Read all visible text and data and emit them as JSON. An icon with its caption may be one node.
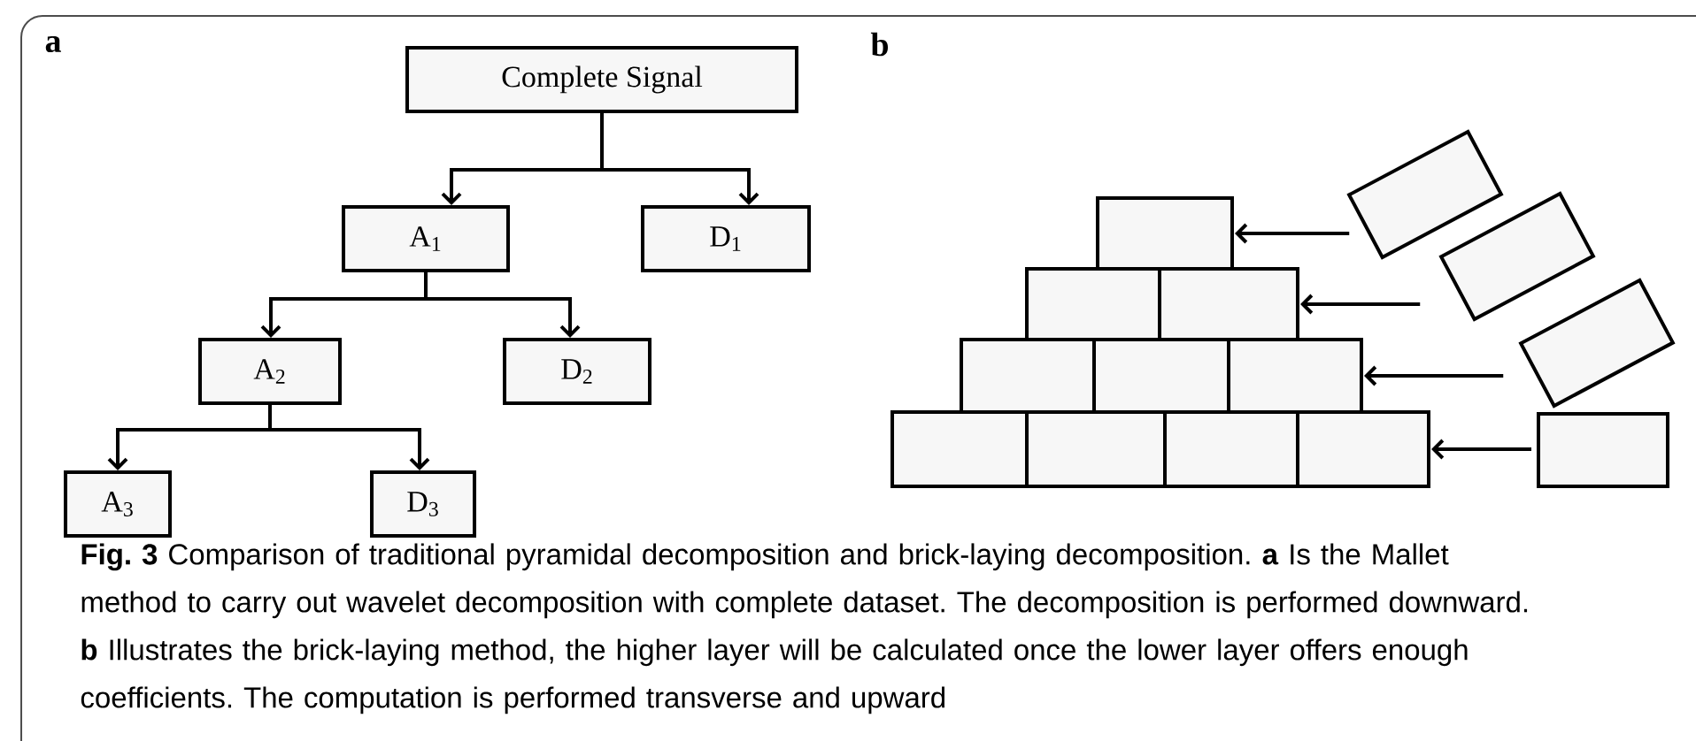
{
  "diagram": {
    "caption": "**Fig. 3** Comparison of traditional pyramidal decomposition and brick-laying decomposition. **a** Is the Mallet method to carry out wavelet decomposition with complete dataset. The decomposition is performed downward. **b** Illustrates the brick-laying method, the higher layer will be calculated once the lower layer offers enough coefficients. The computation is performed transverse and upward",
    "nodes": [
      {
        "text": [
          "Complete Signal"
        ]
      },
      {
        "text": [
          "A$_{1}$"
        ]
      },
      {
        "text": [
          "D$_{1}$"
        ]
      },
      {
        "text": [
          "A$_{2}$"
        ]
      },
      {
        "text": [
          "D$_{2}$"
        ]
      },
      {
        "text": [
          "A$_{3}$"
        ]
      },
      {
        "text": [
          "D$_{3}$"
        ]
      },
      {
        "text": [],
        "shape": "box"
      },
      {
        "text": [],
        "shape": "box"
      },
      {
        "text": [],
        "shape": "box"
      },
      {
        "text": [],
        "shape": "box"
      },
      {
        "text": [],
        "shape": "box"
      },
      {
        "text": [],
        "shape": "box"
      },
      {
        "text": [],
        "shape": "box"
      },
      {
        "text": [],
        "shape": "box"
      },
      {
        "text": [],
        "shape": "box"
      },
      {
        "text": [],
        "shape": "box"
      },
      {
        "text": [],
        "shape": "box"
      },
      {
        "text": [],
        "shape": "box"
      },
      {
        "text": [],
        "shape": "box"
      },
      {
        "text": [],
        "shape": "box"
      }
    ],
    "edges": [
      {
        "from": 0,
        "to": 1,
        "arrow": "to"
      },
      {
        "from": 0,
        "to": 2,
        "arrow": "to"
      },
      {
        "from": 1,
        "to": 3,
        "arrow": "to"
      },
      {
        "from": 1,
        "to": 4,
        "arrow": "to"
      },
      {
        "from": 3,
        "to": 5,
        "arrow": "to"
      },
      {
        "from": 3,
        "to": 6,
        "arrow": "to"
      },
      {
        "from": 17,
        "to": 7,
        "arrow": "to"
      },
      {
        "from": 18,
        "to": 9,
        "arrow": "to"
      },
      {
        "from": 19,
        "to": 12,
        "arrow": "to"
      },
      {
        "from": 20,
        "to": 16,
        "arrow": "to"
      }
    ],
    "labels": [
      "a",
      "b"
    ]
  }
}
